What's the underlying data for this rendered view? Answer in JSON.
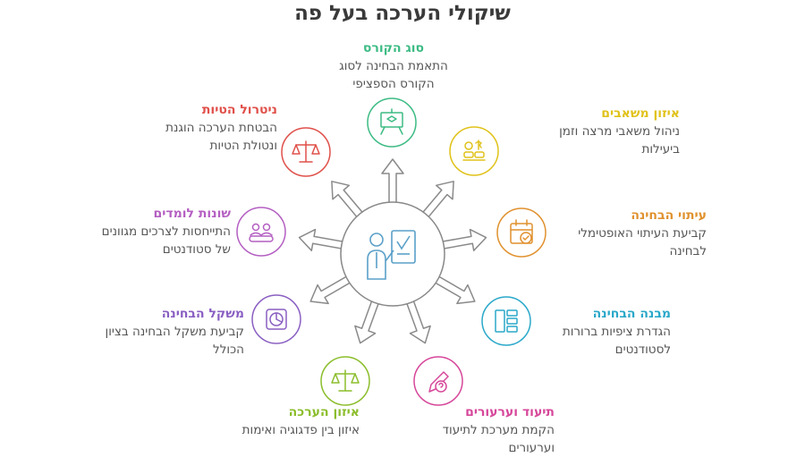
{
  "title": "שיקולי הערכה בעל פה",
  "items": [
    {
      "heading": "סוג הקורס",
      "desc": [
        "התאמת הבחינה לסוג",
        "הקורס הספציפי"
      ],
      "color": "#3dbb84",
      "icon": "presentation-icon"
    },
    {
      "heading": "איזון משאבים",
      "desc": [
        "ניהול משאבי מרצה וזמן",
        "ביעילות"
      ],
      "color": "#e0c21a",
      "icon": "resource-balance-icon"
    },
    {
      "heading": "עיתוי הבחינה",
      "desc": [
        "קביעת העיתוי האופטימלי",
        "לבחינה"
      ],
      "color": "#e0912e",
      "icon": "calendar-icon"
    },
    {
      "heading": "מבנה הבחינה",
      "desc": [
        "הגדרת ציפיות ברורות",
        "לסטודנטים"
      ],
      "color": "#2aa8c9",
      "icon": "structure-icon"
    },
    {
      "heading": "תיעוד וערעורים",
      "desc": [
        "הקמת מערכת לתיעוד",
        "וערעורים"
      ],
      "color": "#d6479a",
      "icon": "pencil-question-icon"
    },
    {
      "heading": "איזון הערכה",
      "desc": [
        "איזון בין פדגוגיה ואימות"
      ],
      "color": "#8bbd2b",
      "icon": "scale-icon"
    },
    {
      "heading": "משקל הבחינה",
      "desc": [
        "קביעת משקל הבחינה בציון",
        "הכולל"
      ],
      "color": "#8a5fc2",
      "icon": "pie-chart-icon"
    },
    {
      "heading": "שונות לומדים",
      "desc": [
        "התייחסות לצרכים מגוונים",
        "של סטודנטים"
      ],
      "color": "#b45fc2",
      "icon": "learners-icon"
    },
    {
      "heading": "ניטרול הטיות",
      "desc": [
        "הבטחת הערכה הוגנת",
        "ונטולת הטיות"
      ],
      "color": "#e0504a",
      "icon": "justice-scale-icon"
    }
  ]
}
